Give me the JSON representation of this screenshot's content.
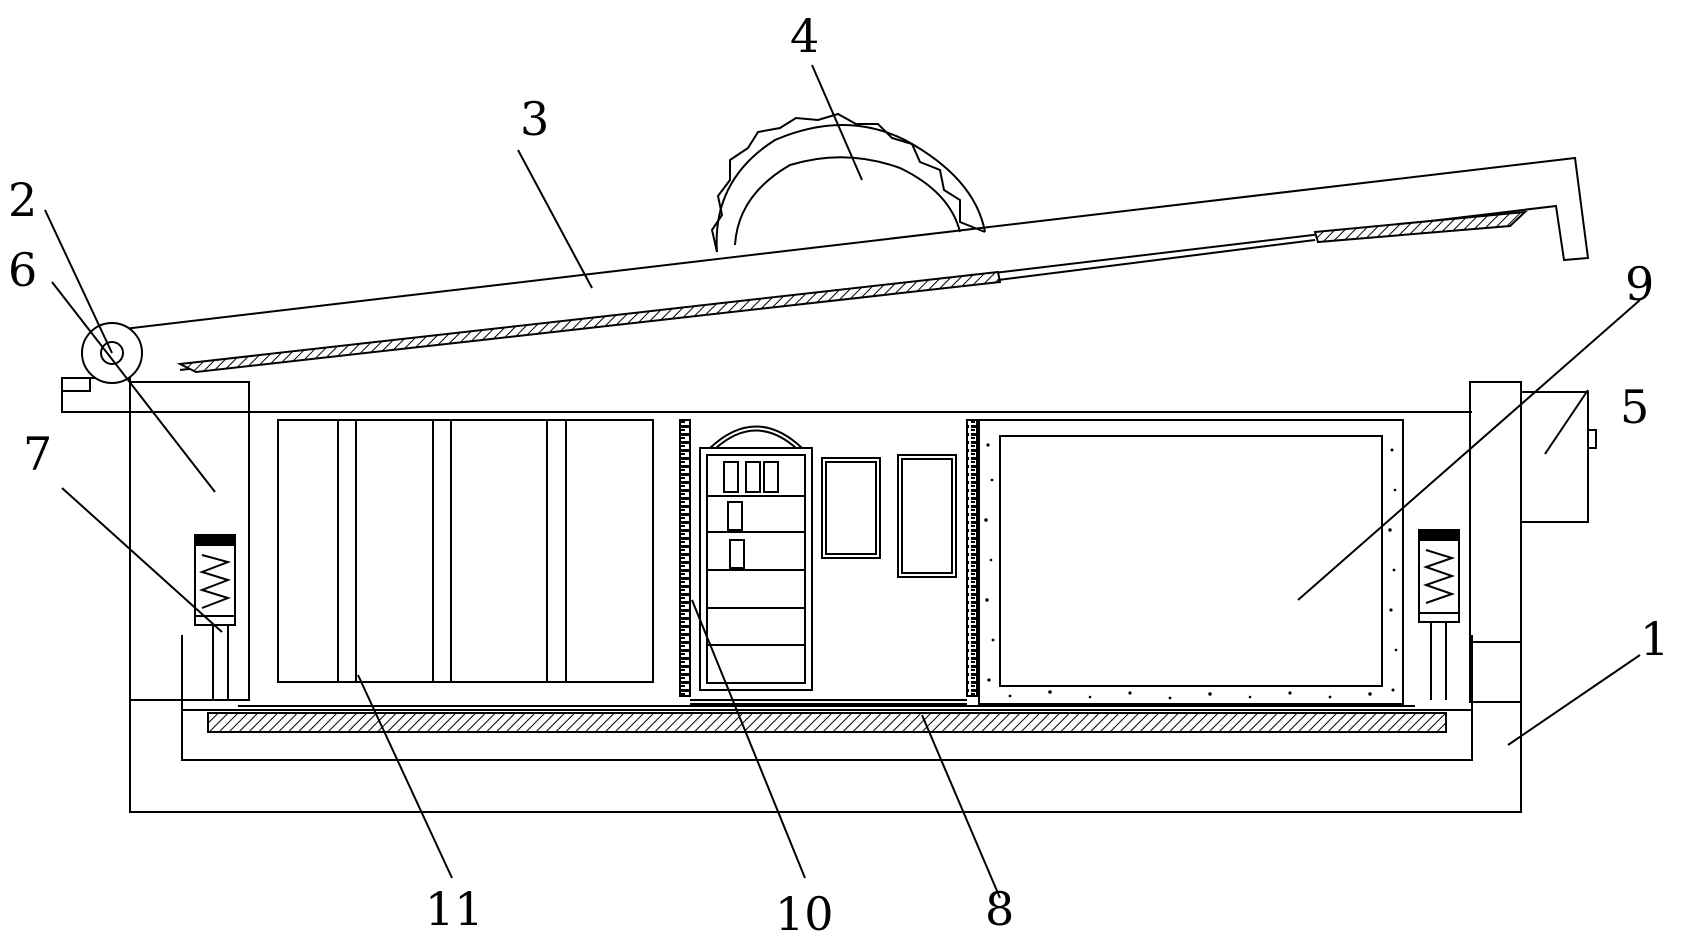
{
  "diagram": {
    "callouts": [
      {
        "id": "1",
        "text": "1"
      },
      {
        "id": "2",
        "text": "2"
      },
      {
        "id": "3",
        "text": "3"
      },
      {
        "id": "4",
        "text": "4"
      },
      {
        "id": "5",
        "text": "5"
      },
      {
        "id": "6",
        "text": "6"
      },
      {
        "id": "7",
        "text": "7"
      },
      {
        "id": "8",
        "text": "8"
      },
      {
        "id": "9",
        "text": "9"
      },
      {
        "id": "10",
        "text": "10"
      },
      {
        "id": "11",
        "text": "11"
      }
    ],
    "colors": {
      "line": "#000000",
      "background": "#ffffff",
      "hatch": "#000000",
      "speckle": "#000000"
    }
  }
}
